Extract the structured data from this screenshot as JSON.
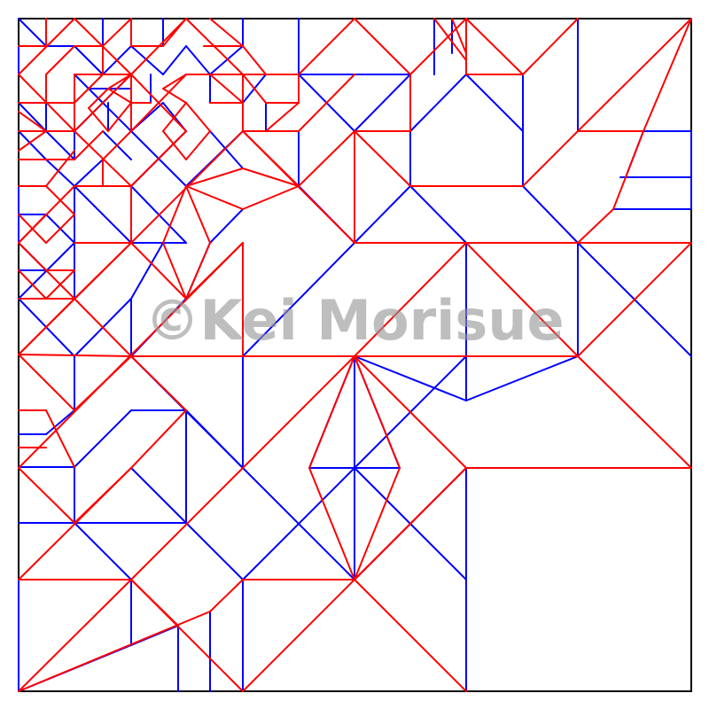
{
  "watermark": "©Kei Morisue",
  "colors": {
    "mountain": "#ff0000",
    "valley": "#0000ff",
    "border": "#000000"
  },
  "legend_semantics": [
    "mountain",
    "valley"
  ]
}
